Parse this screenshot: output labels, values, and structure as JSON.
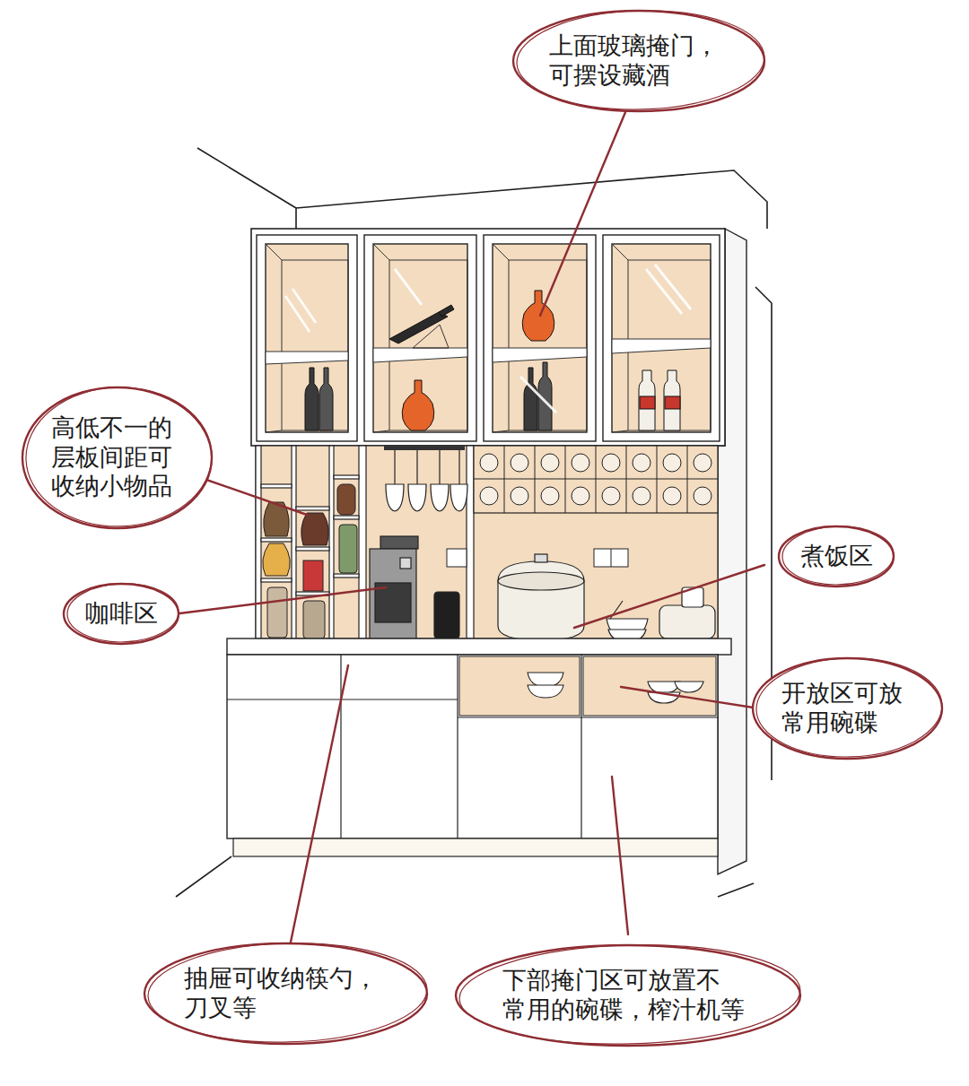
{
  "diagram": {
    "nodes": [
      {
        "text": [
          "上面玻璃掩门， 可摆设藏酒"
        ]
      },
      {
        "text": [
          "高低不一的 层板间距可 收纳小物品"
        ]
      },
      {
        "text": [
          "煮饭区"
        ]
      },
      {
        "text": [
          "咖啡区"
        ]
      },
      {
        "text": [
          "开放区可放 常用碗碟"
        ]
      },
      {
        "text": [
          "抽屉可收纳筷勺， 刀叉等"
        ]
      },
      {
        "text": [
          "下部掩门区可放置不 常用的碗碟，榨汁机等"
        ]
      }
    ]
  }
}
